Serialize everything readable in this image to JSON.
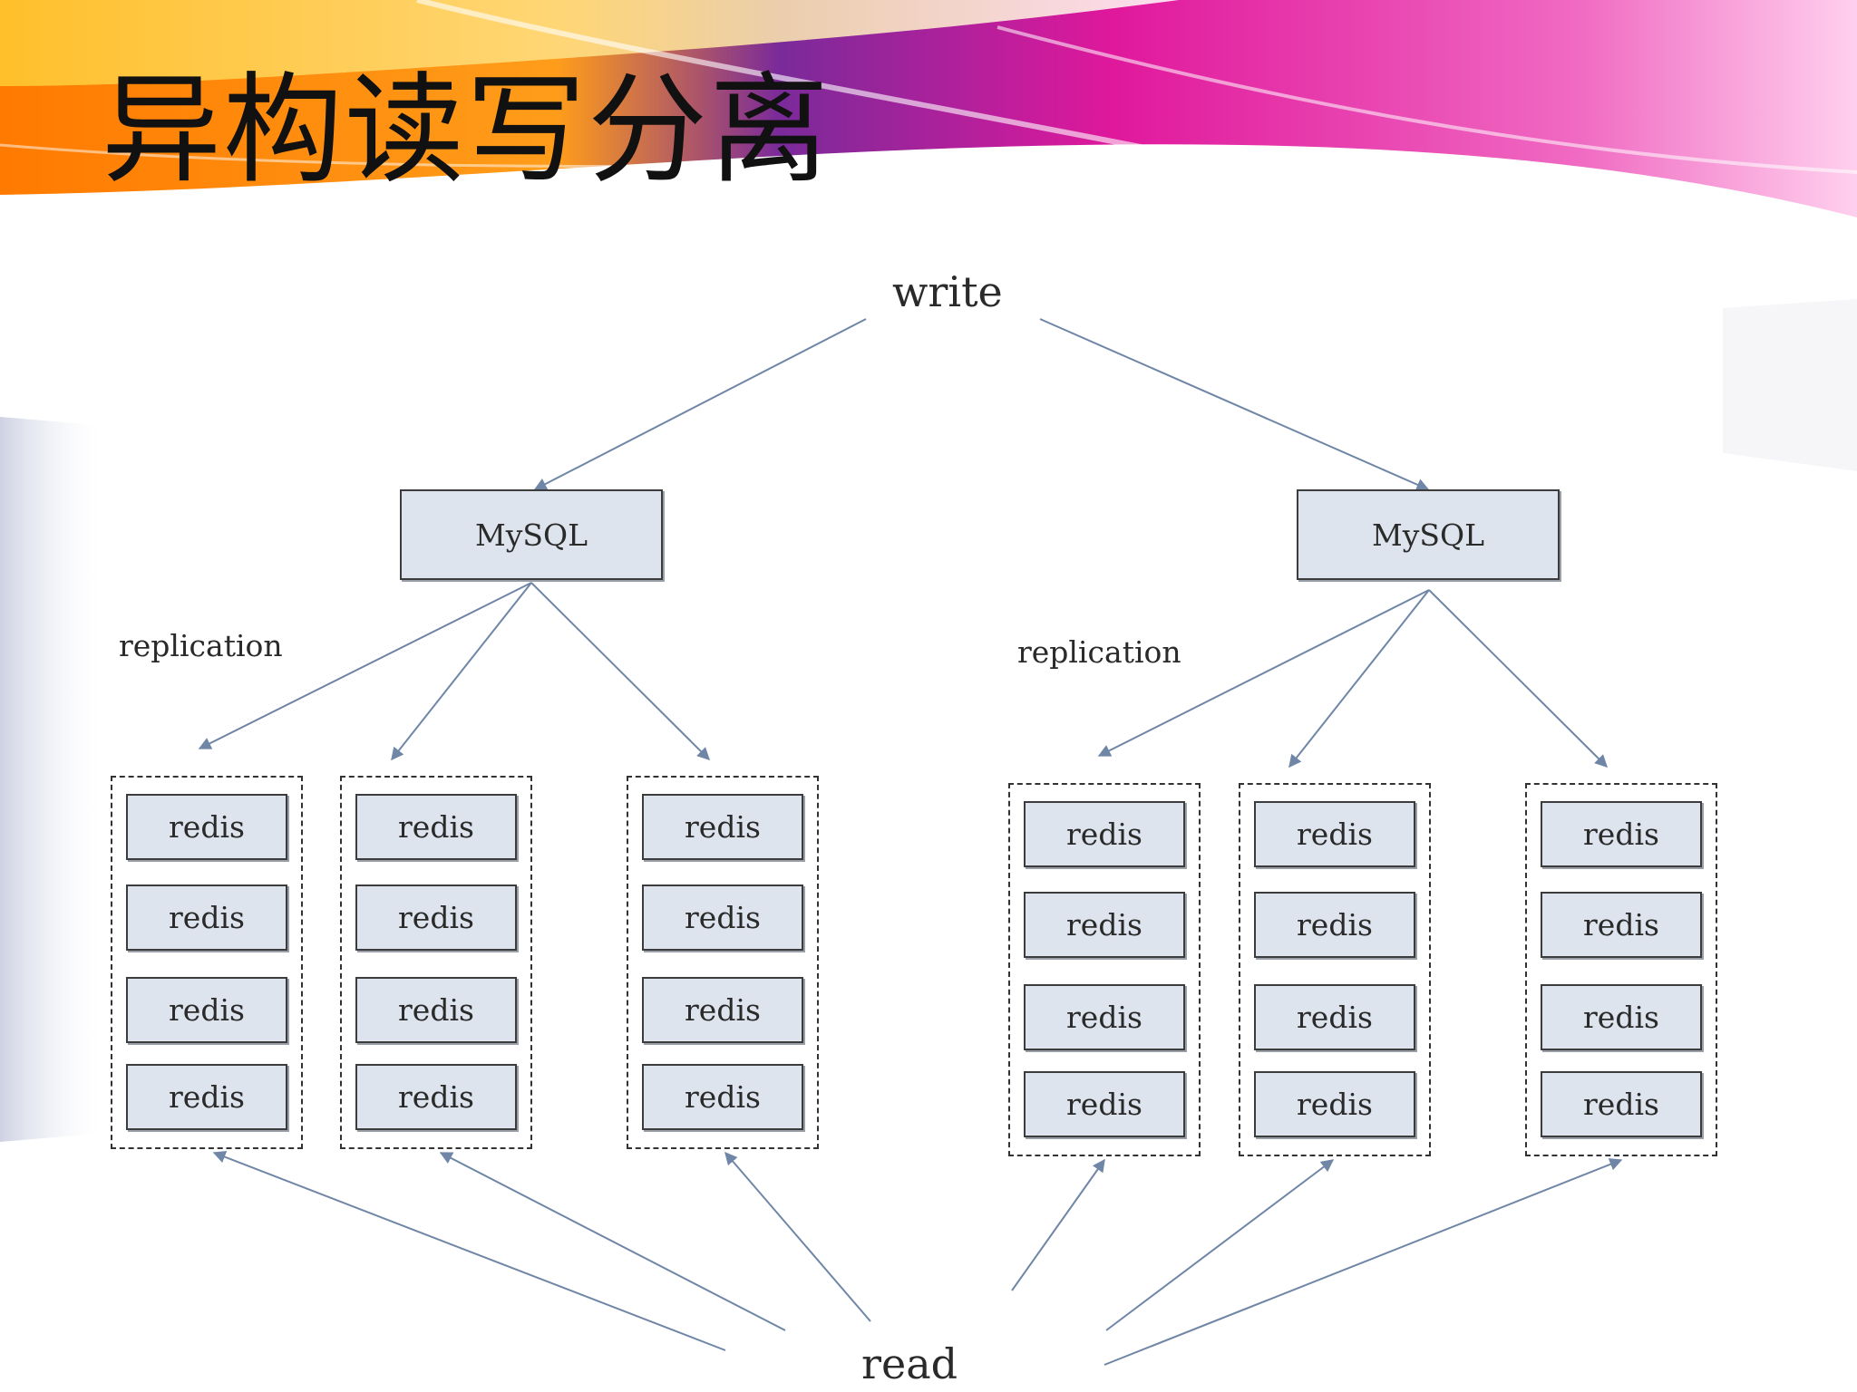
{
  "slide": {
    "title": "异构读写分离"
  },
  "diagram": {
    "write_label": "write",
    "read_label": "read",
    "masters": [
      {
        "label": "MySQL",
        "replication_label": "replication",
        "groups": [
          [
            "redis",
            "redis",
            "redis",
            "redis"
          ],
          [
            "redis",
            "redis",
            "redis",
            "redis"
          ],
          [
            "redis",
            "redis",
            "redis",
            "redis"
          ]
        ]
      },
      {
        "label": "MySQL",
        "replication_label": "replication",
        "groups": [
          [
            "redis",
            "redis",
            "redis",
            "redis"
          ],
          [
            "redis",
            "redis",
            "redis",
            "redis"
          ],
          [
            "redis",
            "redis",
            "redis",
            "redis"
          ]
        ]
      }
    ],
    "colors": {
      "box_fill": "#dde4ee",
      "arrow": "#6f86a6",
      "banner_orange": "#f7931e",
      "banner_magenta": "#e0189c",
      "banner_purple": "#5a1a86"
    }
  }
}
